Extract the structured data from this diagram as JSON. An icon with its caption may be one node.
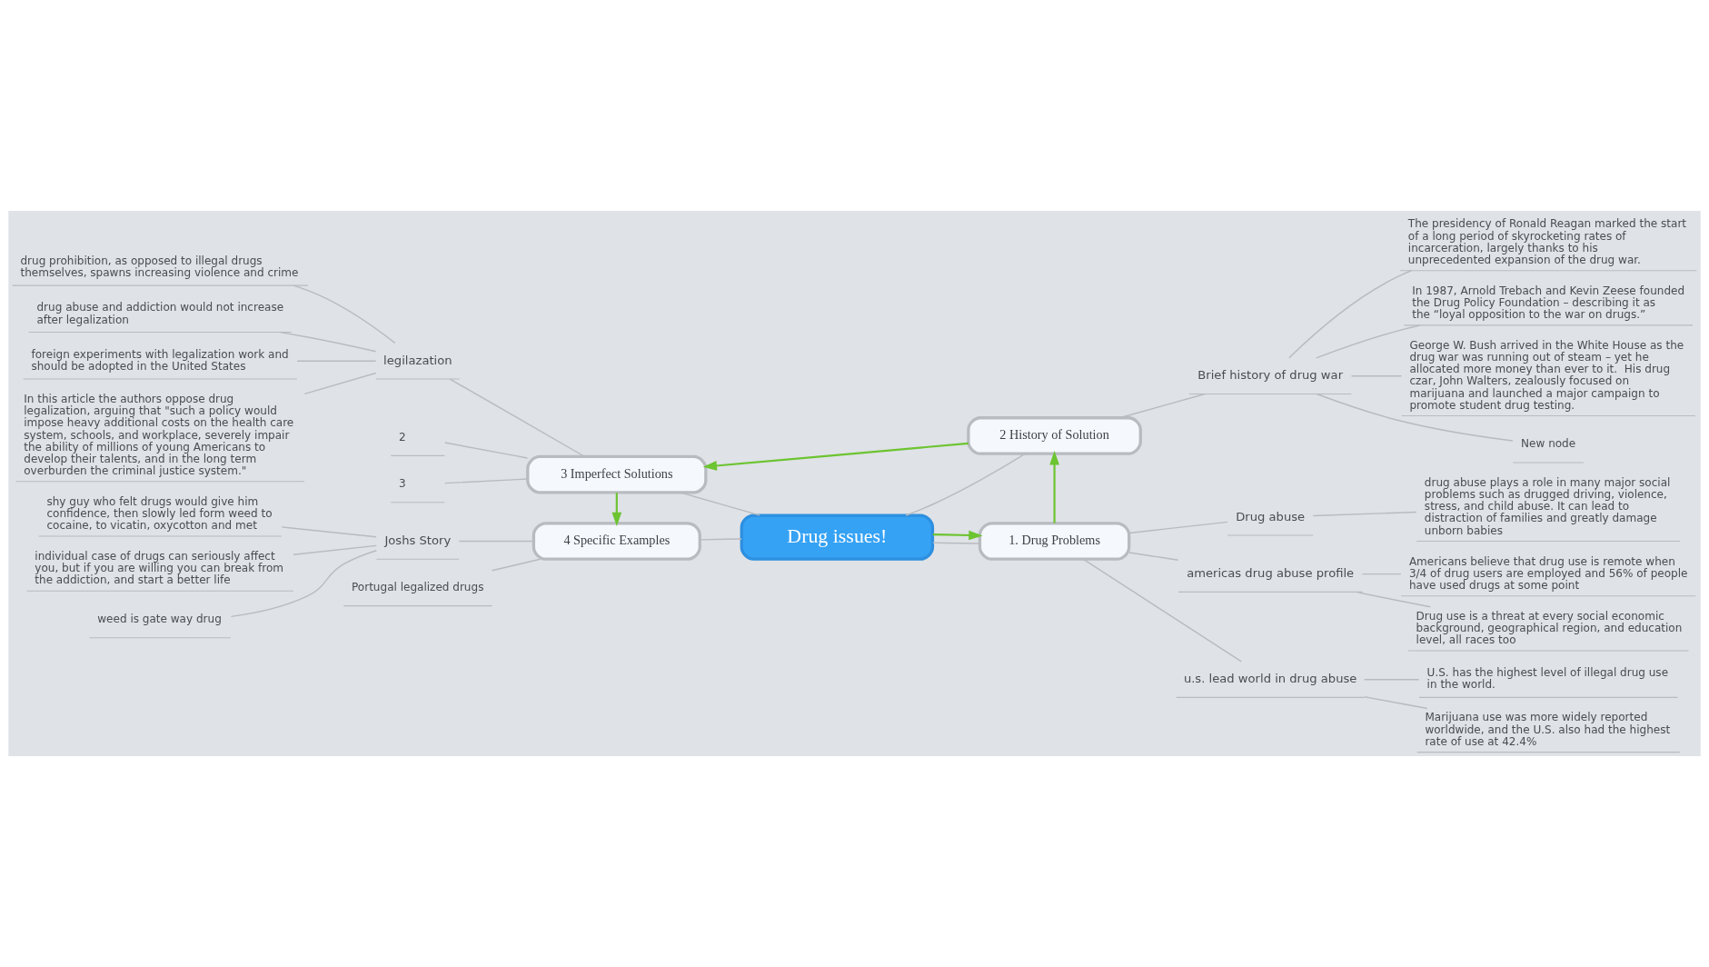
{
  "diagram": {
    "nodes": [
      {
        "text": [
          "Drug issues!"
        ]
      },
      {
        "text": [
          "1. Drug Problems"
        ]
      },
      {
        "text": [
          "Drug abuse"
        ]
      },
      {
        "text": [
          "drug abuse plays a role in many major social problems such as drugged driving, violence, stress, and child abuse. It can lead to distraction of families and greatly damage unborn babies"
        ]
      },
      {
        "text": [
          "americas drug abuse profile"
        ]
      },
      {
        "text": [
          "Americans believe that drug use is remote when 3/4 of drug users are employed and 56% of people have used drugs at some point"
        ]
      },
      {
        "text": [
          "Drug use is a threat at every social economic background, geographical region, and education level, all races too"
        ]
      },
      {
        "text": [
          "u.s. lead world in drug abuse"
        ]
      },
      {
        "text": [
          "U.S. has the highest level of illegal drug use in the world."
        ]
      },
      {
        "text": [
          "Marijuana use was more widely reported worldwide, and the U.S. also had the highest rate of use at 42.4%"
        ]
      },
      {
        "text": [
          "2 History of Solution"
        ]
      },
      {
        "text": [
          "Brief history of drug war"
        ]
      },
      {
        "text": [
          "The presidency of Ronald Reagan marked the start of a long period of skyrocketing rates of incarceration, largely thanks to his unprecedented expansion of the drug war."
        ]
      },
      {
        "text": [
          "In 1987, Arnold Trebach and Kevin Zeese founded the Drug Policy Foundation – describing it as the “loyal opposition to the war on drugs.”"
        ]
      },
      {
        "text": [
          "George W. Bush arrived in the White House as the drug war was running out of steam – yet he allocated more money than ever to it.  His drug czar, John Walters, zealously focused on marijuana and launched a major campaign to promote student drug testing."
        ]
      },
      {
        "text": [
          "New node"
        ]
      },
      {
        "text": [
          "3 Imperfect Solutions"
        ]
      },
      {
        "text": [
          "legilazation"
        ]
      },
      {
        "text": [
          "drug prohibition, as opposed to illegal drugs themselves, spawns increasing violence and crime"
        ]
      },
      {
        "text": [
          "drug abuse and addiction would not increase after legalization"
        ]
      },
      {
        "text": [
          "foreign experiments with legalization work and should be adopted in the United States"
        ]
      },
      {
        "text": [
          "In this article the authors oppose drug legalization, arguing that \"such a policy would impose heavy additional costs on the health care system, schools, and workplace, severely impair the ability of millions of young Americans to develop their talents, and in the long term overburden the criminal justice system.\""
        ]
      },
      {
        "text": [
          "2"
        ]
      },
      {
        "text": [
          "3"
        ]
      },
      {
        "text": [
          "4 Specific Examples"
        ]
      },
      {
        "text": [
          "Joshs Story"
        ]
      },
      {
        "text": [
          "shy guy who felt drugs would give him confidence, then slowly led form weed to cocaine, to vicatin, oxycotton and met"
        ]
      },
      {
        "text": [
          "individual case of drugs can seriously affect you, but if you are willing you can break from the addiction, and start a better life"
        ]
      },
      {
        "text": [
          "weed is gate way drug"
        ]
      },
      {
        "text": [
          "Portugal legalized drugs"
        ]
      }
    ],
    "edges": [
      {
        "from": 0,
        "to": 1,
        "arrow": "none"
      },
      {
        "from": 1,
        "to": 2,
        "arrow": "none"
      },
      {
        "from": 2,
        "to": 3,
        "arrow": "none"
      },
      {
        "from": 1,
        "to": 4,
        "arrow": "none"
      },
      {
        "from": 4,
        "to": 5,
        "arrow": "none"
      },
      {
        "from": 4,
        "to": 6,
        "arrow": "none"
      },
      {
        "from": 1,
        "to": 7,
        "arrow": "none"
      },
      {
        "from": 7,
        "to": 8,
        "arrow": "none"
      },
      {
        "from": 7,
        "to": 9,
        "arrow": "none"
      },
      {
        "from": 0,
        "to": 10,
        "arrow": "none"
      },
      {
        "from": 10,
        "to": 11,
        "arrow": "none"
      },
      {
        "from": 11,
        "to": 12,
        "arrow": "none"
      },
      {
        "from": 11,
        "to": 13,
        "arrow": "none"
      },
      {
        "from": 11,
        "to": 14,
        "arrow": "none"
      },
      {
        "from": 11,
        "to": 15,
        "arrow": "none"
      },
      {
        "from": 0,
        "to": 16,
        "arrow": "none"
      },
      {
        "from": 16,
        "to": 17,
        "arrow": "none"
      },
      {
        "from": 17,
        "to": 18,
        "arrow": "none"
      },
      {
        "from": 17,
        "to": 19,
        "arrow": "none"
      },
      {
        "from": 17,
        "to": 20,
        "arrow": "none"
      },
      {
        "from": 17,
        "to": 21,
        "arrow": "none"
      },
      {
        "from": 16,
        "to": 22,
        "arrow": "none"
      },
      {
        "from": 16,
        "to": 23,
        "arrow": "none"
      },
      {
        "from": 0,
        "to": 24,
        "arrow": "none"
      },
      {
        "from": 24,
        "to": 25,
        "arrow": "none"
      },
      {
        "from": 25,
        "to": 26,
        "arrow": "none"
      },
      {
        "from": 25,
        "to": 27,
        "arrow": "none"
      },
      {
        "from": 25,
        "to": 28,
        "arrow": "none"
      },
      {
        "from": 24,
        "to": 29,
        "arrow": "none"
      },
      {
        "from": 0,
        "to": 1,
        "arrow": "to",
        "color": "#6cc431"
      },
      {
        "from": 1,
        "to": 10,
        "arrow": "to",
        "color": "#6cc431"
      },
      {
        "from": 10,
        "to": 16,
        "arrow": "to",
        "color": "#6cc431"
      },
      {
        "from": 16,
        "to": 24,
        "arrow": "to",
        "color": "#6cc431"
      }
    ]
  }
}
